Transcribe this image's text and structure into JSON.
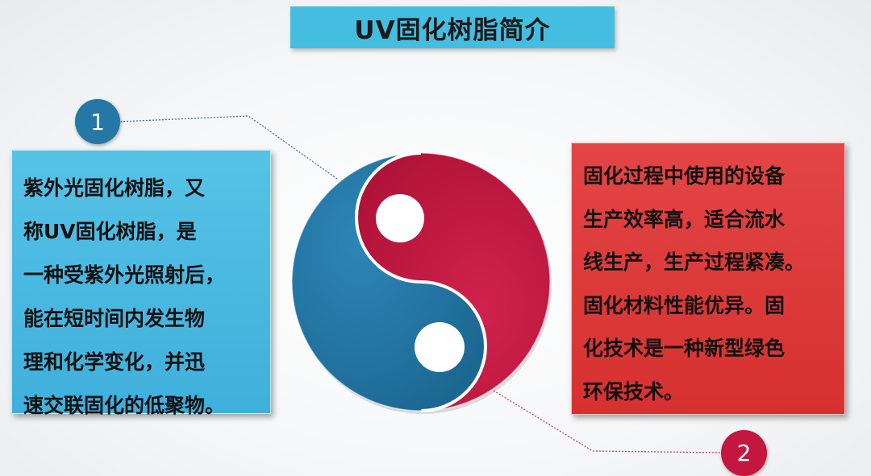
{
  "title": "UV固化树脂简介",
  "badges": {
    "first": "1",
    "second": "2"
  },
  "left_panel": {
    "lines": [
      "紫外光固化树脂，又",
      "称UV固化树脂，是",
      "一种受紫外光照射后，",
      "能在短时间内发生物",
      "理和化学变化，并迅",
      "速交联固化的低聚物。"
    ]
  },
  "right_panel": {
    "lines": [
      "固化过程中使用的设备",
      "生产效率高，适合流水",
      "线生产，生产过程紧凑。",
      "固化材料性能优异。固",
      "化技术是一种新型绿色",
      "环保技术。"
    ]
  },
  "colors": {
    "title_bg": "#45bde0",
    "blue_primary": "#2577a6",
    "red_primary": "#c3173f",
    "left_panel_bg": "#4bb9e2",
    "right_panel_bg": "#dd3a3a"
  }
}
